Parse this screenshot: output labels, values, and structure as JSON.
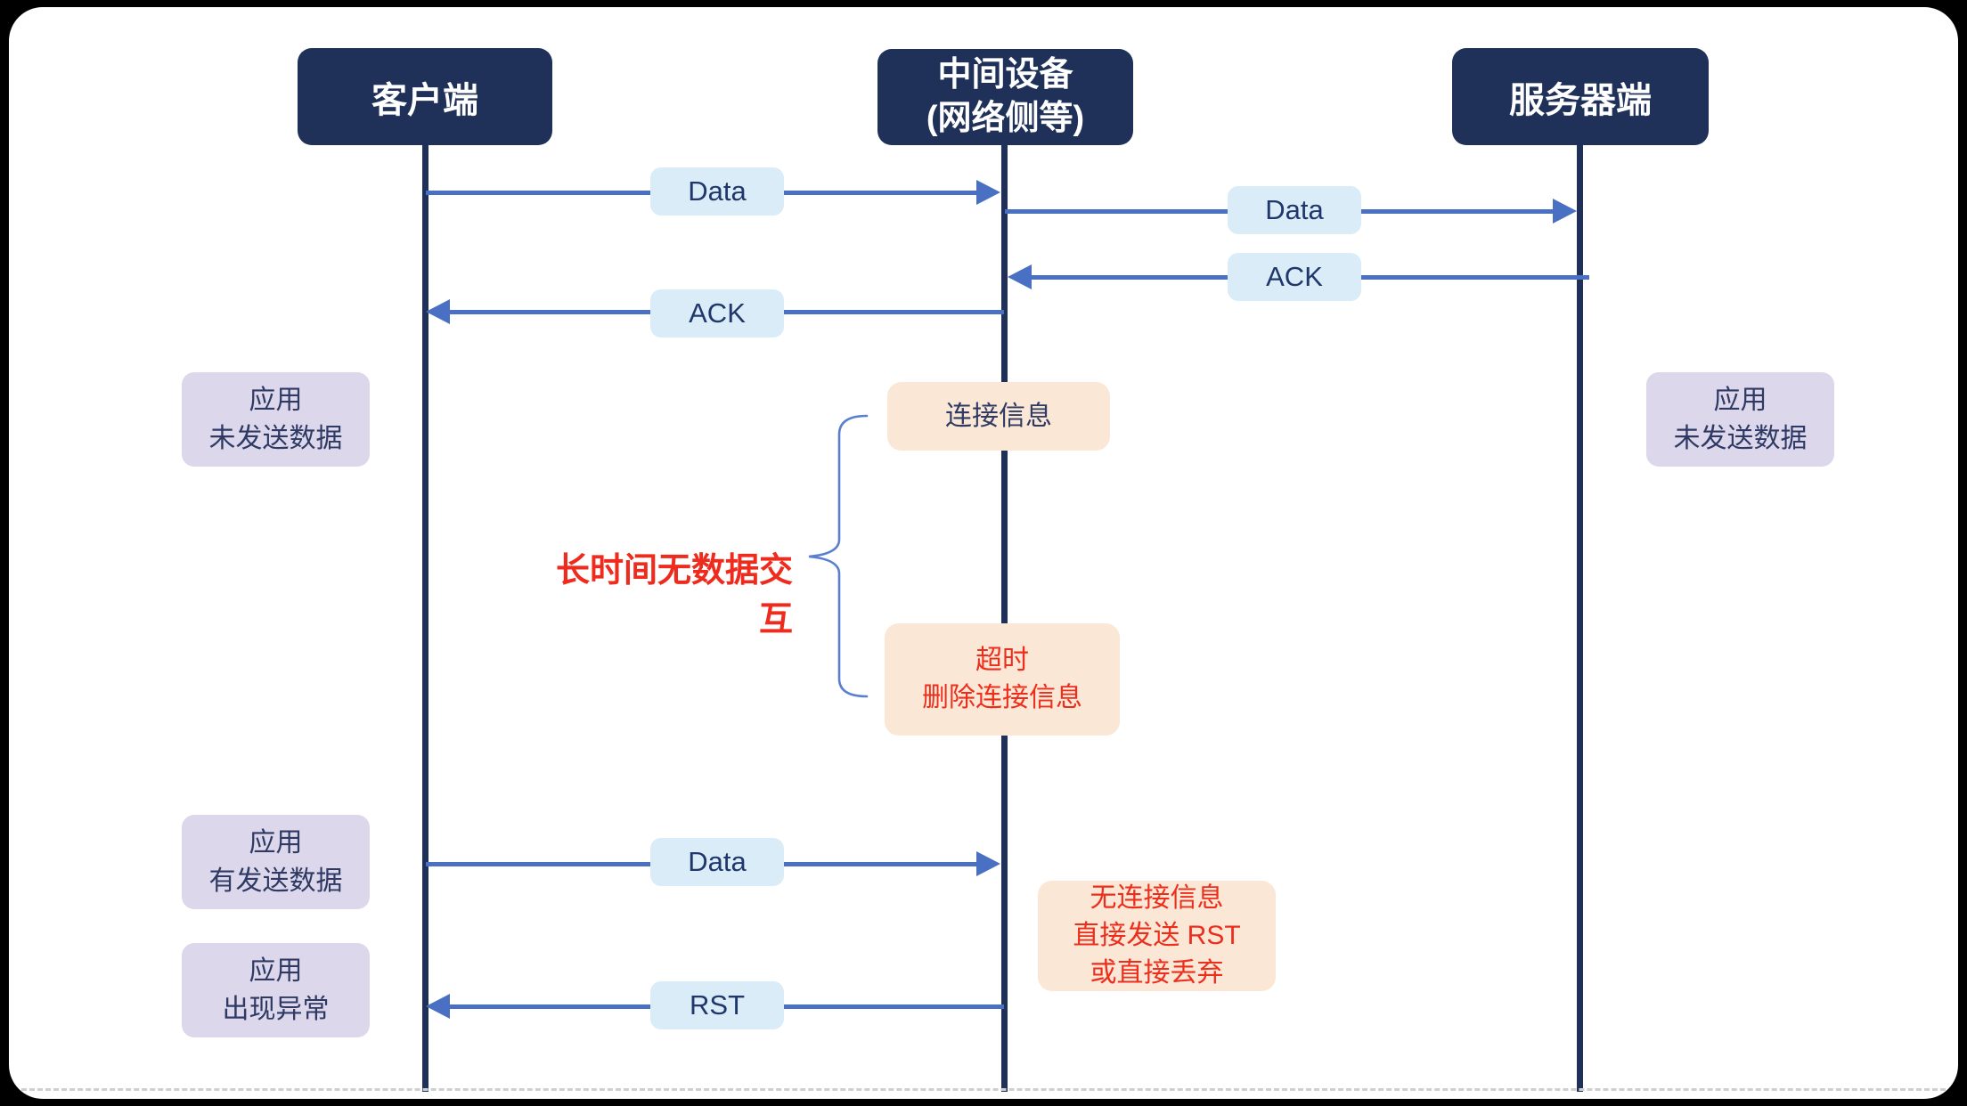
{
  "colors": {
    "frame_bg": "#000000",
    "canvas_bg": "#ffffff",
    "header_bg": "#1f3159",
    "lifeline": "#1f3159",
    "arrow": "#4a70c4",
    "message_label_bg": "#d9ecf7",
    "message_label_text": "#20376b",
    "app_note_bg": "#dcd7eb",
    "app_note_text": "#2e3a64",
    "state_note_bg": "#fae7d5",
    "alert_red": "#ee2e1d",
    "brace_stroke": "#5b7fd0",
    "dashed_line": "#cfcfcf"
  },
  "actors": [
    {
      "label": "客户端"
    },
    {
      "label": "中间设备\n(网络侧等)"
    },
    {
      "label": "服务器端"
    }
  ],
  "messages": {
    "data_client_to_middle": "Data",
    "data_middle_to_server": "Data",
    "ack_server_to_middle": "ACK",
    "ack_middle_to_client": "ACK",
    "data_client_to_middle_2": "Data",
    "rst_middle_to_client": "RST"
  },
  "app_notes": {
    "client_no_data": "应用\n未发送数据",
    "server_no_data": "应用\n未发送数据",
    "client_has_data": "应用\n有发送数据",
    "client_error": "应用\n出现异常"
  },
  "state_notes": {
    "connection_info": "连接信息",
    "timeout_delete": "超时\n删除连接信息",
    "no_connection": "无连接信息\n直接发送 RST\n或直接丢弃"
  },
  "annotation": {
    "long_idle": "长时间无数据交互"
  }
}
